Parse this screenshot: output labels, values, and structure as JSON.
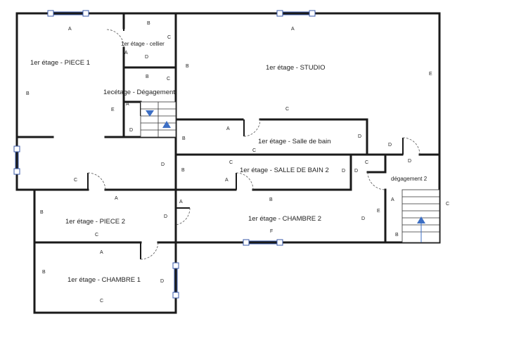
{
  "rooms": {
    "piece1": "1er étage - PIECE 1",
    "cellier": "1er étage - cellier",
    "degagement": "1ecétage - Dégagement",
    "studio": "1er étage - STUDIO",
    "salle_de_bain": "1er étage - Salle de bain",
    "salle_de_bain2": "1er étage - SALLE DE BAIN 2",
    "degagement2": "dégagement 2",
    "piece2": "1er étage - PIECE 2",
    "chambre2": "1er étage - CHAMBRE 2",
    "chambre1": "1er étage - CHAMBRE 1"
  },
  "wall_labels": {
    "p1": [
      "A",
      "B",
      "E"
    ],
    "cel": [
      "B",
      "C",
      "A",
      "D"
    ],
    "deg": [
      "B",
      "C",
      "A",
      "E",
      "D"
    ],
    "studio": [
      "A",
      "B",
      "E",
      "C",
      "D"
    ],
    "sdb": [
      "A",
      "B",
      "C",
      "D",
      "D"
    ],
    "sdb2": [
      "D",
      "B",
      "C",
      "A",
      "B",
      "D",
      "C"
    ],
    "deg2": [
      "A",
      "E",
      "D",
      "B",
      "C"
    ],
    "p2": [
      "C",
      "A",
      "B",
      "C",
      "D",
      "A"
    ],
    "ch2": [
      "D",
      "F"
    ],
    "ch1": [
      "A",
      "B",
      "D",
      "C"
    ]
  },
  "colors": {
    "wall": "#1a1a1a",
    "window": "#3a5aa8",
    "stair_arrow": "#3d6fc4"
  }
}
